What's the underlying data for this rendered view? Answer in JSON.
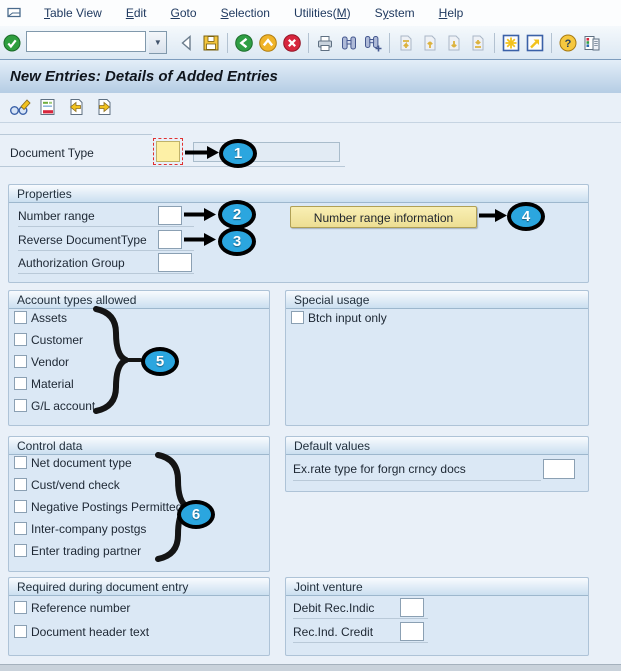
{
  "menu": {
    "items": [
      {
        "pre": "",
        "u": "T",
        "post": "able View"
      },
      {
        "pre": "",
        "u": "E",
        "post": "dit"
      },
      {
        "pre": "",
        "u": "G",
        "post": "oto"
      },
      {
        "pre": "",
        "u": "S",
        "post": "election"
      },
      {
        "pre": "Utilities(",
        "u": "M",
        "post": ")"
      },
      {
        "pre": "S",
        "u": "y",
        "post": "stem"
      },
      {
        "pre": "",
        "u": "H",
        "post": "elp"
      }
    ]
  },
  "toolbar": {
    "command_value": "",
    "icons": [
      "enter-icon",
      "command-field",
      "navigate-back-icon",
      "save-icon",
      "back-icon",
      "exit-icon",
      "cancel-icon",
      "print-icon",
      "find-icon",
      "find-next-icon",
      "first-page-icon",
      "previous-page-icon",
      "next-page-icon",
      "last-page-icon",
      "new-session-icon",
      "create-shortcut-icon",
      "help-icon",
      "customize-layout-icon"
    ]
  },
  "title": "New Entries: Details of Added Entries",
  "app_toolbar": {
    "icons": [
      "change-display-icon",
      "overview-icon",
      "previous-entry-icon",
      "next-entry-icon"
    ]
  },
  "doc_type": {
    "label": "Document Type",
    "value": "",
    "display_value": ""
  },
  "properties": {
    "header": "Properties",
    "number_range_label": "Number range",
    "number_range_value": "",
    "reverse_label": "Reverse DocumentType",
    "reverse_value": "",
    "auth_label": "Authorization Group",
    "auth_value": "",
    "button_label": "Number range information"
  },
  "account_types": {
    "header": "Account types allowed",
    "items": [
      "Assets",
      "Customer",
      "Vendor",
      "Material",
      "G/L account"
    ]
  },
  "special_usage": {
    "header": "Special usage",
    "items": [
      "Btch input only"
    ]
  },
  "control_data": {
    "header": "Control data",
    "items": [
      "Net document type",
      "Cust/vend check",
      "Negative Postings Permitted",
      "Inter-company postgs",
      "Enter trading partner"
    ]
  },
  "default_values": {
    "header": "Default values",
    "exrate_label": "Ex.rate type for forgn crncy docs",
    "exrate_value": ""
  },
  "required_entry": {
    "header": "Required during document entry",
    "items": [
      "Reference number",
      "Document header text"
    ]
  },
  "joint_venture": {
    "header": "Joint venture",
    "debit_label": "Debit Rec.Indic",
    "debit_value": "",
    "credit_label": "Rec.Ind. Credit",
    "credit_value": ""
  },
  "annotations": {
    "n1": "1",
    "n2": "2",
    "n3": "3",
    "n4": "4",
    "n5": "5",
    "n6": "6"
  },
  "colors": {
    "annotation_blue": "#2ba6df",
    "button_yellow": "#f2e3a0",
    "required_field_yellow": "#fdf0a6",
    "title_gradient_bottom": "#b5cde4",
    "group_box_bg": "#dbe8f5"
  }
}
